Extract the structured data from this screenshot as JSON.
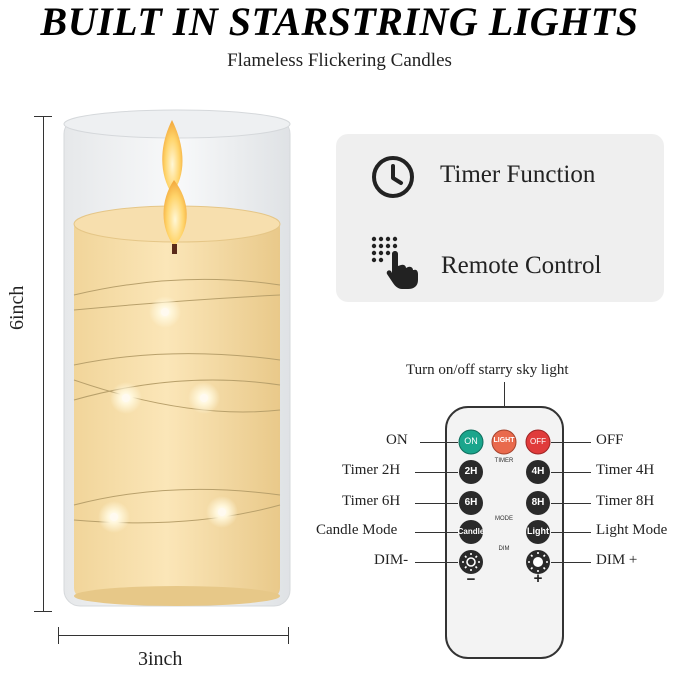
{
  "header": {
    "title": "BUILT IN STARSTRING LIGHTS",
    "subtitle": "Flameless Flickering Candles"
  },
  "dimensions": {
    "height": "6inch",
    "width": "3inch"
  },
  "features": [
    {
      "icon": "clock-icon",
      "label": "Timer Function"
    },
    {
      "icon": "touch-keypad-icon",
      "label": "Remote Control"
    }
  ],
  "remote": {
    "top_caption": "Turn on/off starry sky light",
    "section_timer": "TIMER",
    "section_mode": "MODE",
    "section_dim": "DIM",
    "buttons": {
      "on": "ON",
      "light": "LIGHT",
      "off": "OFF",
      "h2": "2H",
      "h4": "4H",
      "h6": "6H",
      "h8": "8H",
      "candle": "Candle",
      "lightmode": "Light",
      "minus": "−",
      "plus": "+"
    },
    "callouts": {
      "on": "ON",
      "off": "OFF",
      "timer2": "Timer 2H",
      "timer4": "Timer 4H",
      "timer6": "Timer 6H",
      "timer8": "Timer 8H",
      "candle": "Candle Mode",
      "light": "Light Mode",
      "dim_minus": "DIM-",
      "dim_plus": "DIM +"
    }
  },
  "colors": {
    "on_button": "#1aa58c",
    "light_button": "#e96a4d",
    "off_button": "#e03b3b",
    "dark_button": "#2a2a2a",
    "candle_wax": "#f4d9a1",
    "feature_box": "#efefef"
  }
}
